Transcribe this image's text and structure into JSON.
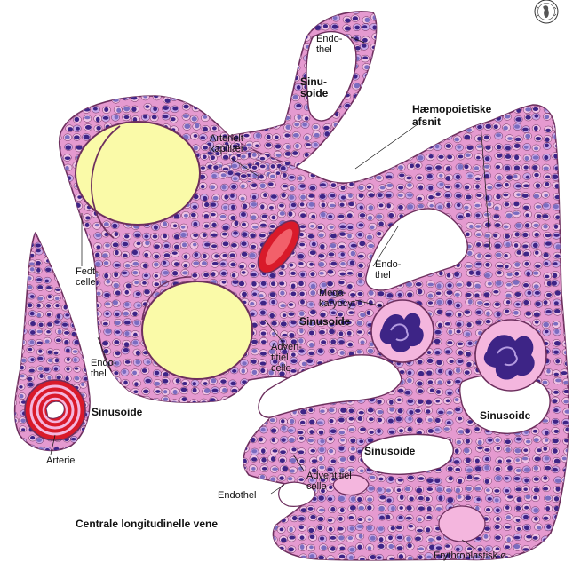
{
  "colors": {
    "tissue": "#e59ad0",
    "tissue_edge": "#6d2f5e",
    "fat": "#fafaa8",
    "cell_dark": "#3d2486",
    "cell_light": "#7a6cc0",
    "blood": "#d91a2a",
    "sinus": "#ffffff"
  },
  "labels": {
    "endothel_top": [
      "Endo-",
      "thel"
    ],
    "sinusoide_top": [
      "Sinu-",
      "soide"
    ],
    "haemopoietiske": [
      "Hæmopoietiske",
      "afsnit"
    ],
    "arterielt": [
      "Arterielt",
      "kapillær"
    ],
    "fedtcelle": [
      "Fedt-",
      "celle"
    ],
    "endothel_mid": [
      "Endo-",
      "thel"
    ],
    "megakaryocyt": [
      "Mega-",
      "karyocyt"
    ],
    "sinusoide_mid": "Sinusoide",
    "adventitiel_mid": [
      "Adven-",
      "titiel",
      "celle"
    ],
    "endothel_left": [
      "Endo-",
      "thel"
    ],
    "sinusoide_left": "Sinusoide",
    "arterie": "Arterie",
    "sinusoide_right": "Sinusoide",
    "sinusoide_bottom": "Sinusoide",
    "adventitiel_bottom": [
      "Adventitiel",
      "celle"
    ],
    "endothel_bottom": "Endothel",
    "centrale": "Centrale longitudinelle vene",
    "erythroblastisk": "Erythroblastisk ø"
  },
  "logo": "university-seal"
}
